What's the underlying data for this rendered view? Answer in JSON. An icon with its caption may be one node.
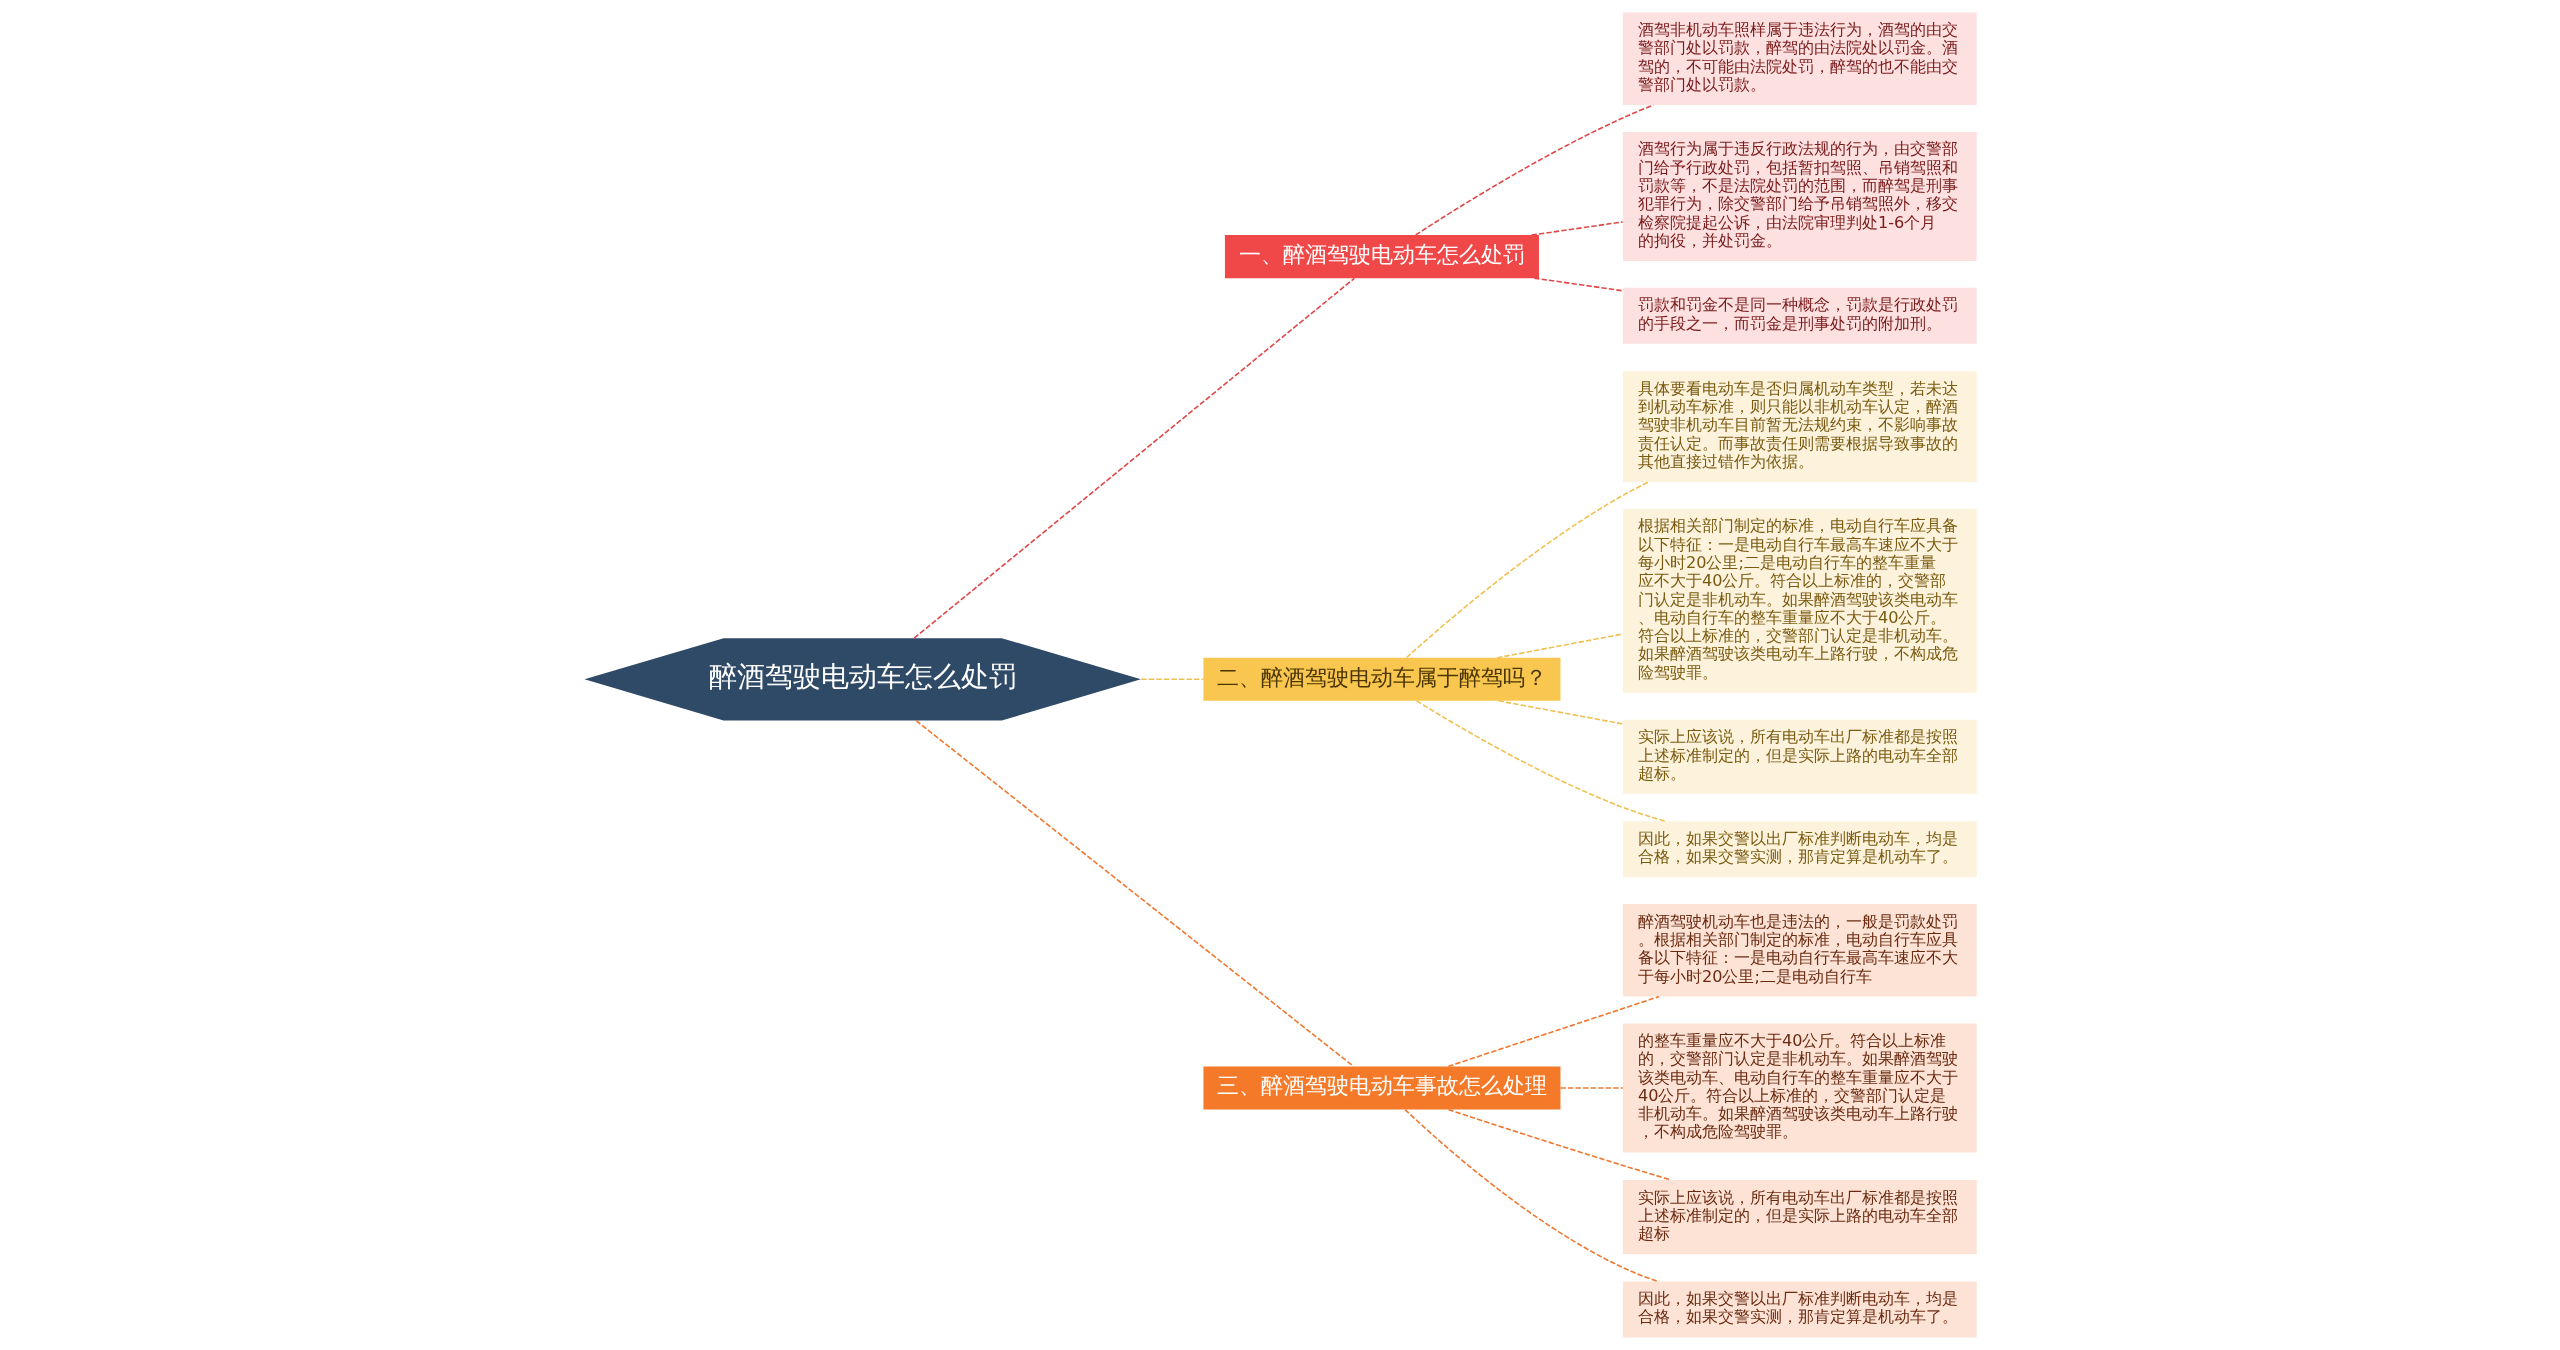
{
  "diagram": {
    "nodes": [
      {
        "text": [
          "醉酒驾驶电动车怎么处罚"
        ]
      },
      {
        "text": [
          "一、醉酒驾驶电动车怎么处罚"
        ]
      },
      {
        "text": [
          "酒驾非机动车照样属于违法行为，酒驾的由交警部门处以罚款，醉驾的由法院处以罚金。酒驾的，不可能由法院处罚，醉驾的也不能由交警部门处以罚款。"
        ]
      },
      {
        "text": [
          "酒驾行为属于违反行政法规的行为，由交警部门给予行政处罚，包括暂扣驾照、吊销驾照和罚款等，不是法院处罚的范围，而醉驾是刑事犯罪行为，除交警部门给予吊销驾照外，移交检察院提起公诉，由法院审理判处1-6个月的拘役，并处罚金。"
        ]
      },
      {
        "text": [
          "罚款和罚金不是同一种概念，罚款是行政处罚的手段之一，而罚金是刑事处罚的附加刑。"
        ]
      },
      {
        "text": [
          "二、醉酒驾驶电动车属于醉驾吗？"
        ]
      },
      {
        "text": [
          "具体要看电动车是否归属机动车类型，若未达到机动车标准，则只能以非机动车认定，醉酒驾驶非机动车目前暂无法规约束，不影响事故责任认定。而事故责任则需要根据导致事故的其他直接过错作为依据。"
        ]
      },
      {
        "text": [
          "根据相关部门制定的标准，电动自行车应具备以下特征：一是电动自行车最高车速应不大于每小时20公里;二是电动自行车的整车重量应不大于40公斤。符合以上标准的，交警部门认定是非机动车。如果醉酒驾驶该类电动车、电动自行车的整车重量应不大于40公斤。符合以上标准的，交警部门认定是非机动车。如果醉酒驾驶该类电动车上路行驶，不构成危险驾驶罪。"
        ]
      },
      {
        "text": [
          "实际上应该说，所有电动车出厂标准都是按照上述标准制定的，但是实际上路的电动车全部超标。"
        ]
      },
      {
        "text": [
          "因此，如果交警以出厂标准判断电动车，均是合格，如果交警实测，那肯定算是机动车了。"
        ]
      },
      {
        "text": [
          "三、醉酒驾驶电动车事故怎么处理"
        ]
      },
      {
        "text": [
          "醉酒驾驶机动车也是违法的，一般是罚款处罚。根据相关部门制定的标准，电动自行车应具备以下特征：一是电动自行车最高车速应不大于每小时20公里;二是电动自行车"
        ]
      },
      {
        "text": [
          "的整车重量应不大于40公斤。符合以上标准的，交警部门认定是非机动车。如果醉酒驾驶该类电动车、电动自行车的整车重量应不大于40公斤。符合以上标准的，交警部门认定是非机动车。如果醉酒驾驶该类电动车上路行驶，不构成危险驾驶罪。"
        ]
      },
      {
        "text": [
          "实际上应该说，所有电动车出厂标准都是按照上述标准制定的，但是实际上路的电动车全部超标"
        ]
      },
      {
        "text": [
          "因此，如果交警以出厂标准判断电动车，均是合格，如果交警实测，那肯定算是机动车了。"
        ]
      }
    ],
    "edges": [
      {
        "from": 0,
        "to": 1,
        "arrow": "none",
        "style": "dashed",
        "color": "#e04848"
      },
      {
        "from": 1,
        "to": 2,
        "arrow": "none",
        "style": "dashed",
        "color": "#e04848"
      },
      {
        "from": 1,
        "to": 3,
        "arrow": "none",
        "style": "dashed",
        "color": "#e04848"
      },
      {
        "from": 1,
        "to": 4,
        "arrow": "none",
        "style": "dashed",
        "color": "#e04848"
      },
      {
        "from": 0,
        "to": 5,
        "arrow": "none",
        "style": "dashed",
        "color": "#f0c050"
      },
      {
        "from": 5,
        "to": 6,
        "arrow": "none",
        "style": "dashed",
        "color": "#f0c050"
      },
      {
        "from": 5,
        "to": 7,
        "arrow": "none",
        "style": "dashed",
        "color": "#f0c050"
      },
      {
        "from": 5,
        "to": 8,
        "arrow": "none",
        "style": "dashed",
        "color": "#f0c050"
      },
      {
        "from": 5,
        "to": 9,
        "arrow": "none",
        "style": "dashed",
        "color": "#f0c050"
      },
      {
        "from": 0,
        "to": 10,
        "arrow": "none",
        "style": "dashed",
        "color": "#f07830"
      },
      {
        "from": 10,
        "to": 11,
        "arrow": "none",
        "style": "dashed",
        "color": "#f07830"
      },
      {
        "from": 10,
        "to": 12,
        "arrow": "none",
        "style": "dashed",
        "color": "#f07830"
      },
      {
        "from": 10,
        "to": 13,
        "arrow": "none",
        "style": "dashed",
        "color": "#f07830"
      },
      {
        "from": 10,
        "to": 14,
        "arrow": "none",
        "style": "dashed",
        "color": "#f07830"
      }
    ]
  }
}
